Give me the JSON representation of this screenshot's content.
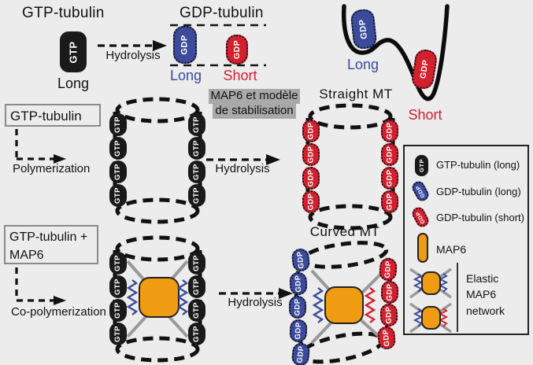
{
  "colors": {
    "background": "#ececec",
    "gtp_black": "#1a1a1a",
    "gdp_long_blue": "#3b4a9b",
    "gdp_short_red": "#d2202f",
    "map6_orange": "#f09c13",
    "network_arm_gray": "#999999",
    "note_highlight_gray": "#a9a9a9"
  },
  "pill_labels": {
    "gtp": "GTP",
    "gdp": "GDP"
  },
  "monomer_section": {
    "gtp_title": "GTP-tubulin",
    "gdp_title": "GDP-tubulin",
    "hydrolysis_label": "Hydrolysis",
    "gtp_length": "Long",
    "gdp_long": "Long",
    "gdp_short": "Short"
  },
  "energy_landscape": {
    "long_label": "Long",
    "short_label": "Short"
  },
  "polymerization_row": {
    "box_label": "GTP-tubulin",
    "arrow_label": "Polymerization",
    "note_line1": "MAP6 et modèle",
    "note_line2": "de stabilisation",
    "hydrolysis_label": "Hydrolysis",
    "straight_mt_title": "Straight MT"
  },
  "copolymerization_row": {
    "box_line1": "GTP-tubulin +",
    "box_line2": "MAP6",
    "arrow_label": "Co-polymerization",
    "hydrolysis_label": "Hydrolysis",
    "curved_mt_title": "Curved MT"
  },
  "legend": {
    "gtp_long": "GTP-tubulin (long)",
    "gdp_long": "GDP-tubulin (long)",
    "gdp_short": "GDP-tubulin (short)",
    "map6": "MAP6",
    "elastic_line1": "Elastic",
    "elastic_line2": "MAP6",
    "elastic_line3": "network"
  }
}
